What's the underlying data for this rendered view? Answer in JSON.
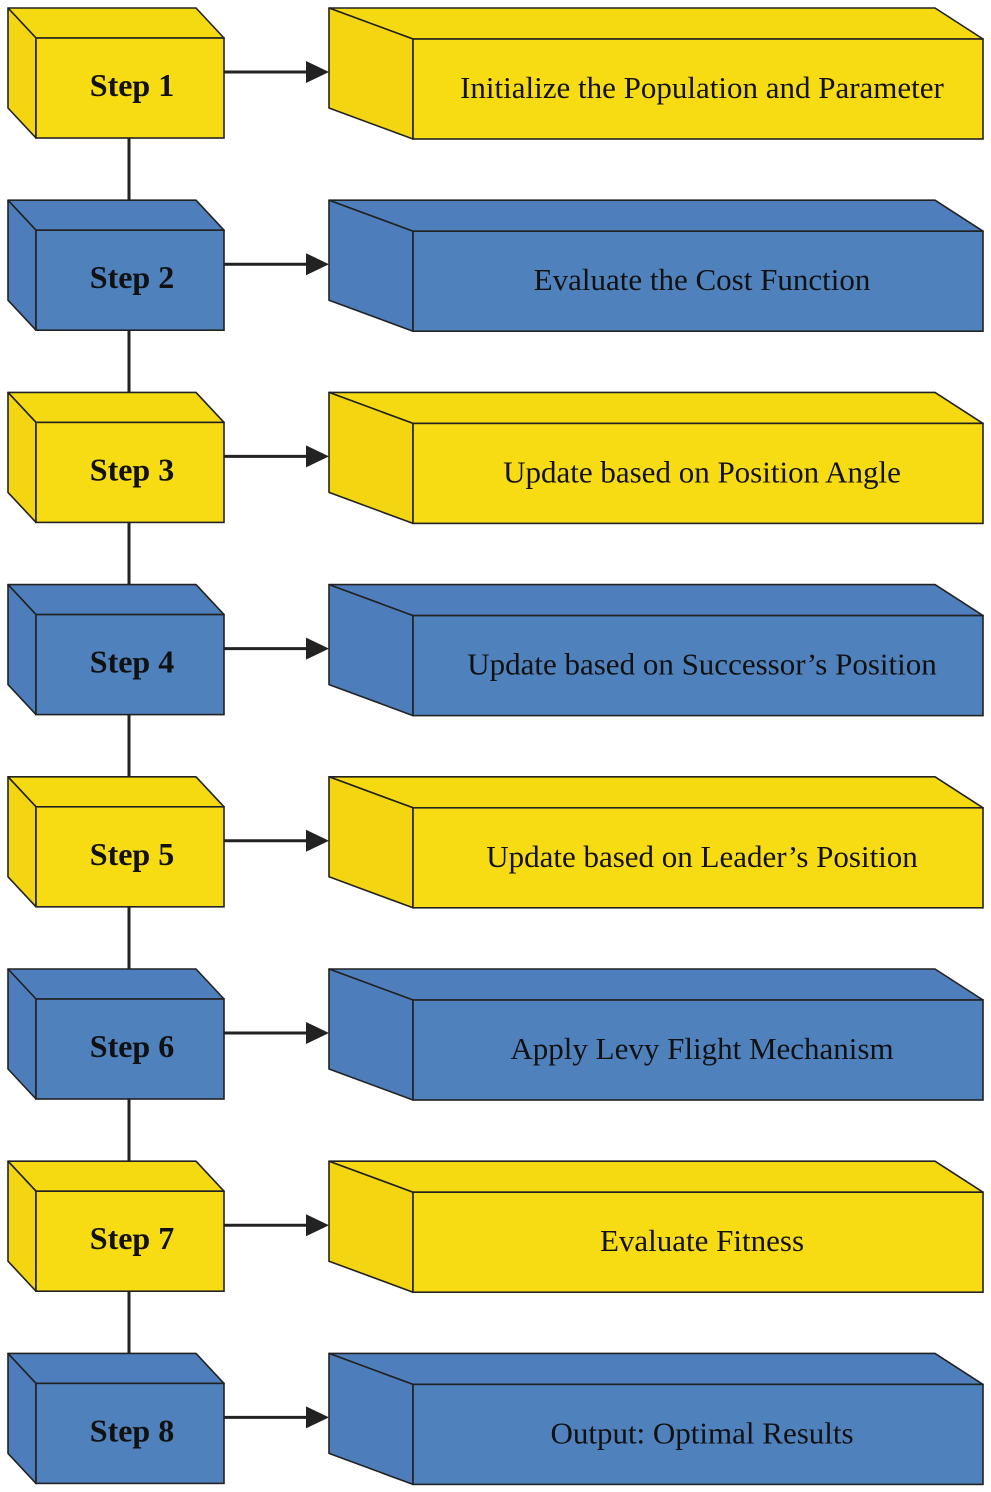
{
  "colors": {
    "yellow_front": "#f7dc14",
    "yellow_top": "#f5da12",
    "yellow_side": "#f3d611",
    "blue_front": "#4f81bd",
    "blue_top": "#4e7fbc",
    "blue_side": "#4d7dba",
    "stroke": "#222222",
    "text": "#111111"
  },
  "steps": [
    {
      "step": "Step 1",
      "description": "Initialize the Population and Parameter",
      "color": "yellow"
    },
    {
      "step": "Step 2",
      "description": "Evaluate the Cost Function",
      "color": "blue"
    },
    {
      "step": "Step 3",
      "description": "Update based on Position Angle",
      "color": "yellow"
    },
    {
      "step": "Step 4",
      "description": "Update based on Successor’s Position",
      "color": "blue"
    },
    {
      "step": "Step 5",
      "description": "Update based on Leader’s Position",
      "color": "yellow"
    },
    {
      "step": "Step 6",
      "description": "Apply Levy Flight Mechanism",
      "color": "blue"
    },
    {
      "step": "Step 7",
      "description": "Evaluate Fitness",
      "color": "yellow"
    },
    {
      "step": "Step 8",
      "description": "Output: Optimal Results",
      "color": "blue"
    }
  ]
}
